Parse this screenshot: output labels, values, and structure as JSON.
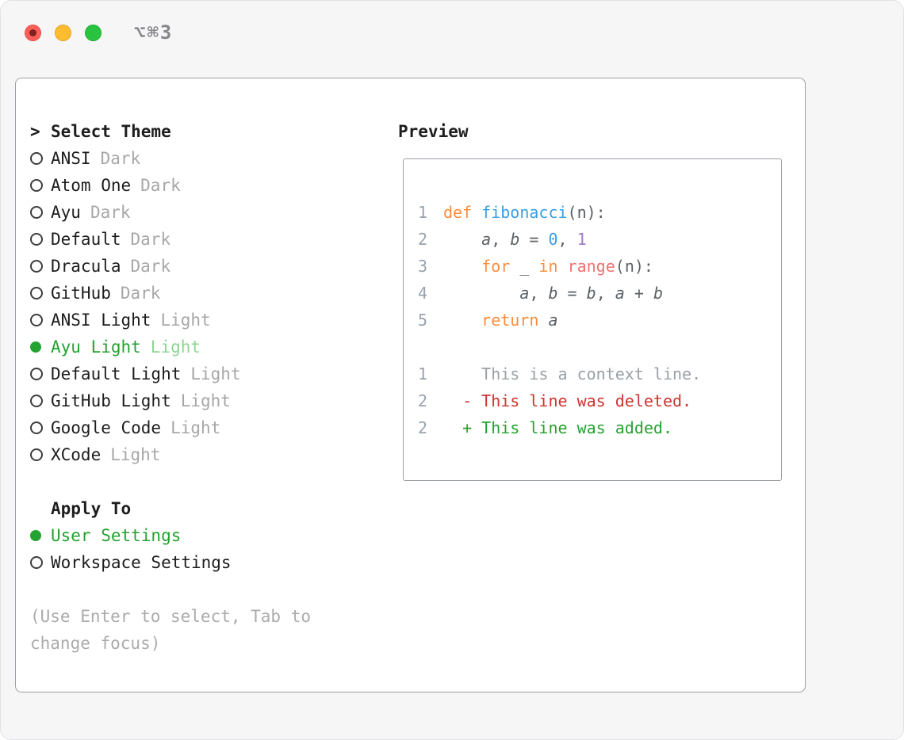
{
  "colors": {
    "bg": "#f6f6f7",
    "text": "#1d1d1f",
    "accent-green": "#23a32f",
    "selected-suffix": "#8ed694",
    "suffix-gray": "#a7a7a7",
    "hint-gray": "#ababab",
    "border-gray": "#9aa0a6",
    "titlebar-gray": "#86868b",
    "light-red": "#ff5f57",
    "light-yellow": "#febc2e",
    "light-green": "#29c43f",
    "line-number": "#98a2ac",
    "code-plain": "#5b6166",
    "kw-orange": "#fa8d3e",
    "fn-blue": "#399ee6",
    "call-red": "#f07171",
    "num-blue": "#399ee6",
    "num-purple": "#a37acc",
    "ctx-gray": "#9aa0a6",
    "del-red": "#cc3430",
    "add-green": "#23a32f"
  },
  "titlebar": {
    "shortcut_label": "⌥⌘3"
  },
  "theme_picker": {
    "prompt_prefix": ">",
    "title": "Select Theme",
    "items": [
      {
        "name": "ANSI",
        "variant": "Dark",
        "selected": false
      },
      {
        "name": "Atom One",
        "variant": "Dark",
        "selected": false
      },
      {
        "name": "Ayu",
        "variant": "Dark",
        "selected": false
      },
      {
        "name": "Default",
        "variant": "Dark",
        "selected": false
      },
      {
        "name": "Dracula",
        "variant": "Dark",
        "selected": false
      },
      {
        "name": "GitHub",
        "variant": "Dark",
        "selected": false
      },
      {
        "name": "ANSI Light",
        "variant": "Light",
        "selected": false
      },
      {
        "name": "Ayu Light",
        "variant": "Light",
        "selected": true
      },
      {
        "name": "Default Light",
        "variant": "Light",
        "selected": false
      },
      {
        "name": "GitHub Light",
        "variant": "Light",
        "selected": false
      },
      {
        "name": "Google Code",
        "variant": "Light",
        "selected": false
      },
      {
        "name": "XCode",
        "variant": "Light",
        "selected": false
      }
    ],
    "apply_to": {
      "title": "Apply To",
      "options": [
        {
          "label": "User Settings",
          "selected": true
        },
        {
          "label": "Workspace Settings",
          "selected": false
        }
      ]
    },
    "hint": "(Use Enter to select, Tab to change focus)"
  },
  "preview": {
    "title": "Preview",
    "code_lines": [
      {
        "num": "1",
        "tokens": [
          {
            "text": "def ",
            "style": "kw"
          },
          {
            "text": "fibonacci",
            "style": "fn"
          },
          {
            "text": "(n):",
            "style": "plain"
          }
        ]
      },
      {
        "num": "2",
        "tokens": [
          {
            "text": "    ",
            "style": "plain"
          },
          {
            "text": "a",
            "style": "var"
          },
          {
            "text": ", ",
            "style": "plain"
          },
          {
            "text": "b",
            "style": "var"
          },
          {
            "text": " = ",
            "style": "plain"
          },
          {
            "text": "0",
            "style": "numb"
          },
          {
            "text": ", ",
            "style": "plain"
          },
          {
            "text": "1",
            "style": "nump"
          }
        ]
      },
      {
        "num": "3",
        "tokens": [
          {
            "text": "    ",
            "style": "plain"
          },
          {
            "text": "for",
            "style": "kw"
          },
          {
            "text": " _ ",
            "style": "plain"
          },
          {
            "text": "in",
            "style": "kw"
          },
          {
            "text": " ",
            "style": "plain"
          },
          {
            "text": "range",
            "style": "call"
          },
          {
            "text": "(n):",
            "style": "plain"
          }
        ]
      },
      {
        "num": "4",
        "tokens": [
          {
            "text": "        ",
            "style": "plain"
          },
          {
            "text": "a",
            "style": "var"
          },
          {
            "text": ", ",
            "style": "plain"
          },
          {
            "text": "b",
            "style": "var"
          },
          {
            "text": " = ",
            "style": "plain"
          },
          {
            "text": "b",
            "style": "var"
          },
          {
            "text": ", ",
            "style": "plain"
          },
          {
            "text": "a",
            "style": "var"
          },
          {
            "text": " + ",
            "style": "plain"
          },
          {
            "text": "b",
            "style": "var"
          }
        ]
      },
      {
        "num": "5",
        "tokens": [
          {
            "text": "    ",
            "style": "plain"
          },
          {
            "text": "return",
            "style": "kw"
          },
          {
            "text": " ",
            "style": "plain"
          },
          {
            "text": "a",
            "style": "var"
          }
        ]
      }
    ],
    "diff_lines": [
      {
        "num": "1",
        "tokens": [
          {
            "text": "    This is a context line.",
            "style": "ctx"
          }
        ]
      },
      {
        "num": "2",
        "tokens": [
          {
            "text": "  - This line was deleted.",
            "style": "del"
          }
        ]
      },
      {
        "num": "2",
        "tokens": [
          {
            "text": "  + This line was added.",
            "style": "add"
          }
        ]
      }
    ]
  }
}
